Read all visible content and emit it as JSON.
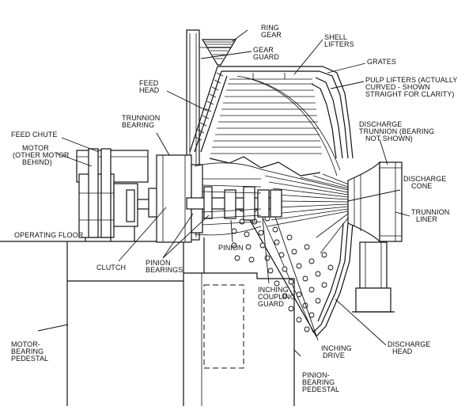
{
  "labels": {
    "ring_gear": [
      "RING",
      "GEAR"
    ],
    "gear_guard": [
      "GEAR",
      "GUARD"
    ],
    "shell_lifters": [
      "SHELL",
      "LIFTERS"
    ],
    "grates": [
      "GRATES"
    ],
    "pulp_lifters": [
      "PULP LIFTERS (ACTUALLY",
      "CURVED - SHOWN",
      "STRAIGHT FOR CLARITY)"
    ],
    "feed_head": [
      "FEED",
      "HEAD"
    ],
    "trunnion_bearing": [
      "TRUNNION",
      "BEARING"
    ],
    "feed_chute": [
      "FEED CHUTE"
    ],
    "motor": [
      "MOTOR",
      "(OTHER MOTOR",
      "BEHIND)"
    ],
    "discharge_trunnion": [
      "DISCHARGE",
      "TRUNNION (BEARING",
      "NOT SHOWN)"
    ],
    "discharge_cone": [
      "DISCHARGE",
      "CONE"
    ],
    "trunnion_liner": [
      "TRUNNION",
      "LINER"
    ],
    "operating_floor": [
      "OPERATING FLOOR"
    ],
    "clutch": [
      "CLUTCH"
    ],
    "pinion_bearings": [
      "PINION",
      "BEARINGS"
    ],
    "pinion": [
      "PINION"
    ],
    "inching_coupling_guard": [
      "INCHING",
      "COUPLING",
      "GUARD"
    ],
    "motor_bearing_pedestal": [
      "MOTOR-",
      "BEARING",
      "PEDESTAL"
    ],
    "inching_drive": [
      "INCHING",
      "DRIVE"
    ],
    "discharge_head": [
      "DISCHARGE",
      "HEAD"
    ],
    "pinion_bearing_pedestal": [
      "PINION-",
      "BEARING",
      "PEDESTAL"
    ]
  }
}
